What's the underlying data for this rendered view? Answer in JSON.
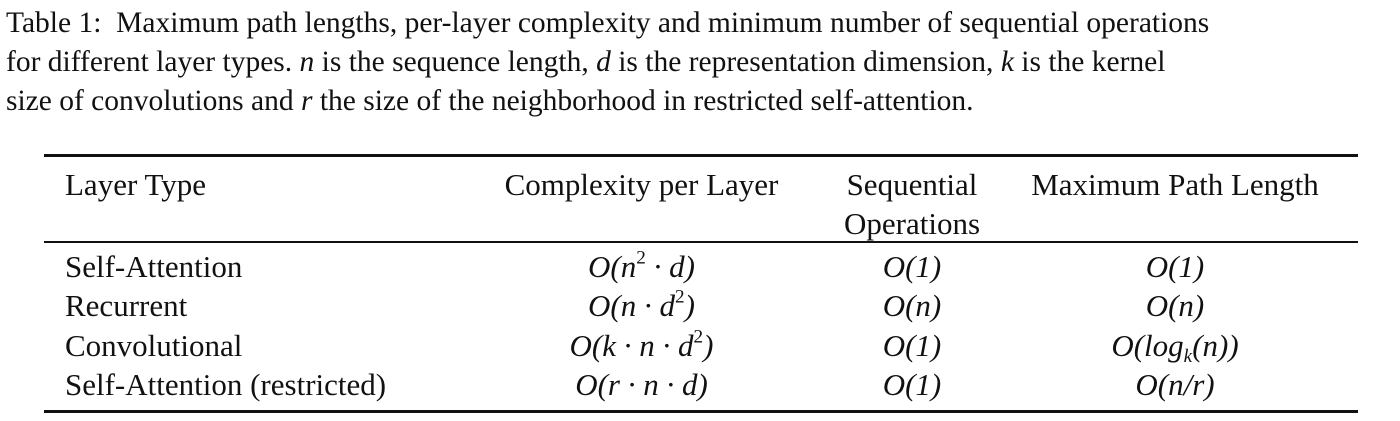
{
  "caption": {
    "label": "Table 1:",
    "line1_text": "Maximum path lengths, per-layer complexity and minimum number of sequential operations",
    "line2_a": "for different layer types.",
    "var_n": "n",
    "line2_b": "is the sequence length,",
    "var_d": "d",
    "line2_c": "is the representation dimension,",
    "var_k": "k",
    "line2_d": "is the kernel",
    "line3_a": "size of convolutions and",
    "var_r": "r",
    "line3_b": "the size of the neighborhood in restricted self-attention."
  },
  "table": {
    "headers": {
      "layer_type": "Layer Type",
      "complexity": "Complexity per Layer",
      "sequential_line1": "Sequential",
      "sequential_line2": "Operations",
      "path_length": "Maximum Path Length"
    },
    "rows": [
      {
        "layer": "Self-Attention",
        "complexity": {
          "pre": "O(n",
          "sup": "2",
          "post": " · d)"
        },
        "sequential": "O(1)",
        "path": {
          "pre": "O(1)",
          "sub": "",
          "post": ""
        }
      },
      {
        "layer": "Recurrent",
        "complexity": {
          "pre": "O(n · d",
          "sup": "2",
          "post": ")"
        },
        "sequential": "O(n)",
        "path": {
          "pre": "O(n)",
          "sub": "",
          "post": ""
        }
      },
      {
        "layer": "Convolutional",
        "complexity": {
          "pre": "O(k · n · d",
          "sup": "2",
          "post": ")"
        },
        "sequential": "O(1)",
        "path": {
          "pre": "O(log",
          "sub": "k",
          "post": "(n))"
        }
      },
      {
        "layer": "Self-Attention (restricted)",
        "complexity": {
          "pre": "O(r · n · d)",
          "sup": "",
          "post": ""
        },
        "sequential": "O(1)",
        "path": {
          "pre": "O(n/r)",
          "sub": "",
          "post": ""
        }
      }
    ]
  }
}
